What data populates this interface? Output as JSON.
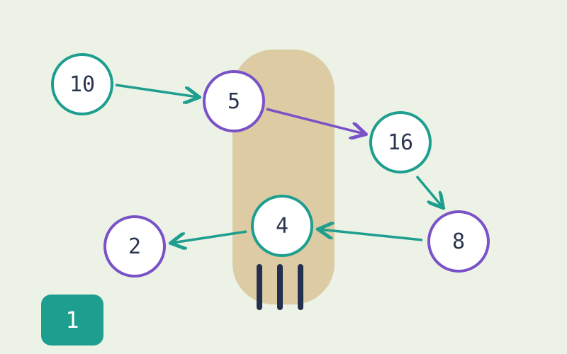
{
  "colors": {
    "background": "#ecf2e6",
    "teal": "#1e9e8e",
    "purple": "#7a52c8",
    "highlight_band": "#dccba3",
    "text": "#2b3550",
    "tally": "#25304f"
  },
  "nodes": [
    {
      "id": "n10",
      "label": "10",
      "color": "teal"
    },
    {
      "id": "n5",
      "label": "5",
      "color": "purple"
    },
    {
      "id": "n16",
      "label": "16",
      "color": "teal"
    },
    {
      "id": "n8",
      "label": "8",
      "color": "purple"
    },
    {
      "id": "n4",
      "label": "4",
      "color": "teal"
    },
    {
      "id": "n2",
      "label": "2",
      "color": "purple"
    }
  ],
  "edges": [
    {
      "from": "10",
      "to": "5",
      "color": "teal"
    },
    {
      "from": "5",
      "to": "16",
      "color": "purple"
    },
    {
      "from": "16",
      "to": "8",
      "color": "teal"
    },
    {
      "from": "8",
      "to": "4",
      "color": "teal"
    },
    {
      "from": "4",
      "to": "2",
      "color": "teal"
    }
  ],
  "tally_marks": 3,
  "step_counter": "1"
}
